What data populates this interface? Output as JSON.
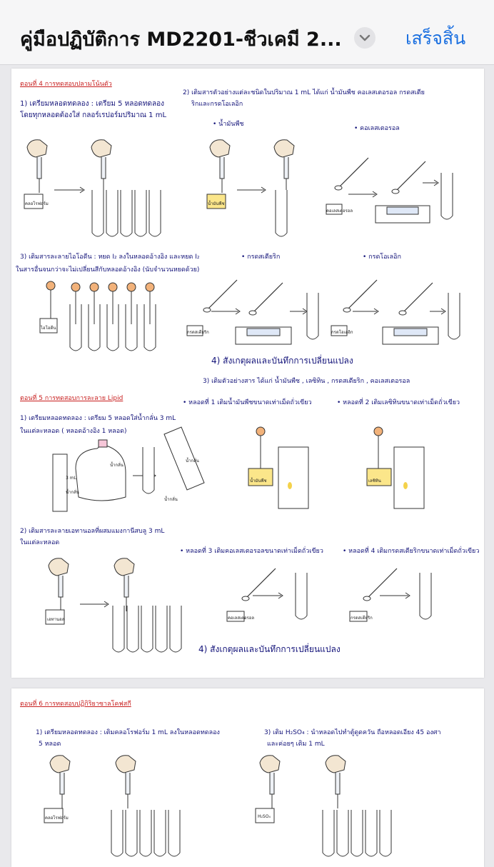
{
  "header": {
    "title": "คู่มือปฏิบัติการ MD2201-ชีวเคมี 2...",
    "done_label": "เสร็จสิ้น",
    "chevron_icon": "chevron-down-icon",
    "accent": "#1a6fe0"
  },
  "page1": {
    "sec4_title": "ตอนที่ 4  การทดสอบปลามโน้นตัว",
    "sec4_step1a": "1) เตรียมหลอดทดลอง  : เตรียม 5 หลอดทดลอง",
    "sec4_step1b": "โดยทุกหลอดต้องใส่ กลอร์เรปอร์มปริมาณ 1 mL",
    "sec4_step2a": "2) เติมสารตัวอย่างแต่ละชนิดในปริมาณ 1 mL ได้แก่ น้ำมันพืช คอเลสเตอรอล กรดสเตีย",
    "sec4_step2b": "ริกและกรดโอเลอิก",
    "sec4_oil": "• น้ำมันพืช",
    "sec4_chol": "• คอเลสเตอรอล",
    "sec4_step3a": "3) เติมสารละลายไอโอดีน : หยด I₂ ลงในหลอดอ้างอิง และหยด I₂",
    "sec4_step3b": "ในสารอื่นจนกว่าจะไม่เปลี่ยนสีกับหลอดอ้างอิง (นับจำนวนหยดด้วย)",
    "sec4_stearic": "• กรดสเตียริก",
    "sec4_oleic": "• กรดโอเลอิก",
    "sec4_step4": "4) สังเกตุผลและบันทึกการเปลี่ยนแปลง",
    "sec5_title": "ตอนที่ 5  การทดสอบการละลาย Lipid",
    "sec5_step1a": "1) เตรียมหลอดทดลอง  : เตรียม 5 หลอดใส่น้ำกลั่น 3 mL",
    "sec5_step1b": "ในแต่ละหลอด ( หลอดอ้างอิง 1 หลอด)",
    "sec5_step2a": "2) เติมสารละลายเอทานอลที่ผสมแมงกานีสบลู 3 mL",
    "sec5_step2b": "ในแต่ละหลอด",
    "sec5_step3": "3) เติมตัวอย่างสาร ได้แก่ น้ำมันพืช , เลซิทิน , กรดสเตียริก , คอเลสเตอรอล",
    "sec5_tube1": "• หลอดที่ 1  เติมน้ำมันพืชขนาดเท่าเม็ดถั่วเขียว",
    "sec5_tube2": "• หลอดที่ 2  เติมเลซิทินขนาดเท่าเม็ดถั่วเขียว",
    "sec5_tube3": "• หลอดที่ 3  เติมคอเลสเตอรอลขนาดเท่าเม็ดถั่วเขียว",
    "sec5_tube4": "• หลอดที่ 4  เติมกรดสเตียริกขนาดเท่าเม็ดถั่วเขียว",
    "sec5_step4": "4) สังเกตุผลและบันทึกการเปลี่ยนแปลง",
    "lbl_chloroform": "คลอโรฟอร์ม",
    "lbl_oil": "น้ำมันพืช",
    "lbl_chol": "คอเลสเตอรอล",
    "lbl_iodine": "ไอโอดีน",
    "lbl_stearic": "กรดสเตียริก",
    "lbl_oleic": "กรดโอเลอิก",
    "lbl_water": "น้ำกลั่น",
    "lbl_3ml": "3 mL",
    "lbl_lecithin": "เลซิทิน",
    "lbl_ethanol": "เอทานอล"
  },
  "page2": {
    "sec6_title": "ตอนที่ 6  การทดสอบปฏิกิริยาซาลโคฟสกี",
    "sec6_step1a": "1) เตรียมหลอดทดลอง  : เติมคลอโรฟอร์ม 1 mL ลงในหลอดทดลอง",
    "sec6_step1b": "5 หลอด",
    "sec6_step3a": "3) เติม H₂SO₄ : นำหลอดไปทำตู้ดูดควัน ถือหลอดเอียง 45 องศา",
    "sec6_step3b": "และค่อยๆ เติม 1 mL",
    "lbl_h2so4": "H₂SO₄"
  }
}
